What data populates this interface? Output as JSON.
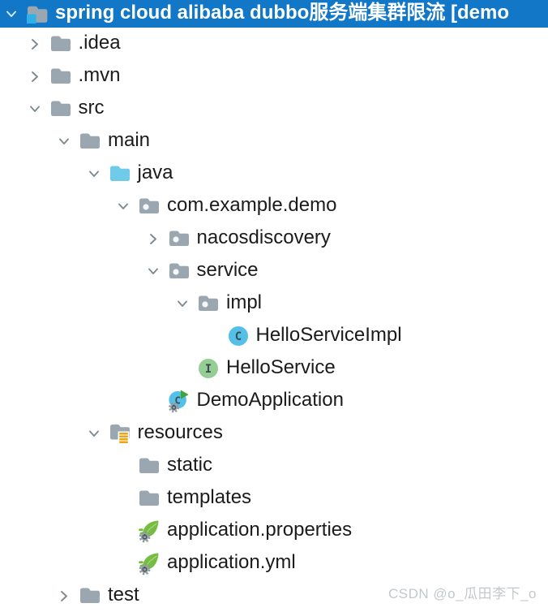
{
  "window": {
    "title": "spring cloud alibaba dubbo服务端集群限流 [demo"
  },
  "tree": {
    "items": [
      {
        "label": "spring cloud alibaba dubbo服务端集群限流 [demo",
        "depth": 0,
        "state": "expanded",
        "icon": "project-folder",
        "selected": true
      },
      {
        "label": ".idea",
        "depth": 1,
        "state": "collapsed",
        "icon": "folder"
      },
      {
        "label": ".mvn",
        "depth": 1,
        "state": "collapsed",
        "icon": "folder"
      },
      {
        "label": "src",
        "depth": 1,
        "state": "expanded",
        "icon": "folder"
      },
      {
        "label": "main",
        "depth": 2,
        "state": "expanded",
        "icon": "folder"
      },
      {
        "label": "java",
        "depth": 3,
        "state": "expanded",
        "icon": "source-folder"
      },
      {
        "label": "com.example.demo",
        "depth": 4,
        "state": "expanded",
        "icon": "package"
      },
      {
        "label": "nacosdiscovery",
        "depth": 5,
        "state": "collapsed",
        "icon": "package"
      },
      {
        "label": "service",
        "depth": 5,
        "state": "expanded",
        "icon": "package"
      },
      {
        "label": "impl",
        "depth": 6,
        "state": "expanded",
        "icon": "package"
      },
      {
        "label": "HelloServiceImpl",
        "depth": 7,
        "state": "none",
        "icon": "class"
      },
      {
        "label": "HelloService",
        "depth": 6,
        "state": "none",
        "icon": "interface"
      },
      {
        "label": "DemoApplication",
        "depth": 5,
        "state": "none",
        "icon": "runnable-class"
      },
      {
        "label": "resources",
        "depth": 3,
        "state": "expanded",
        "icon": "resources-folder"
      },
      {
        "label": "static",
        "depth": 4,
        "state": "none",
        "icon": "folder"
      },
      {
        "label": "templates",
        "depth": 4,
        "state": "none",
        "icon": "folder"
      },
      {
        "label": "application.properties",
        "depth": 4,
        "state": "none",
        "icon": "spring-config"
      },
      {
        "label": "application.yml",
        "depth": 4,
        "state": "none",
        "icon": "spring-config"
      },
      {
        "label": "test",
        "depth": 2,
        "state": "collapsed",
        "icon": "folder"
      }
    ]
  },
  "icons": {
    "class_letter": "C",
    "interface_letter": "I"
  },
  "colors": {
    "selection_blue": "#1277C7",
    "folder_gray": "#9AA7B0",
    "source_folder_blue": "#6FCBE9",
    "project_badge_blue": "#2FB1E8",
    "resources_amber": "#EDA613",
    "class_blue": "#54C0E8",
    "interface_green": "#94CE94",
    "run_triangle_green": "#3FA43F",
    "spring_leaf_green": "#77BD43"
  },
  "watermark": {
    "text": "CSDN @o_瓜田李下_o"
  }
}
